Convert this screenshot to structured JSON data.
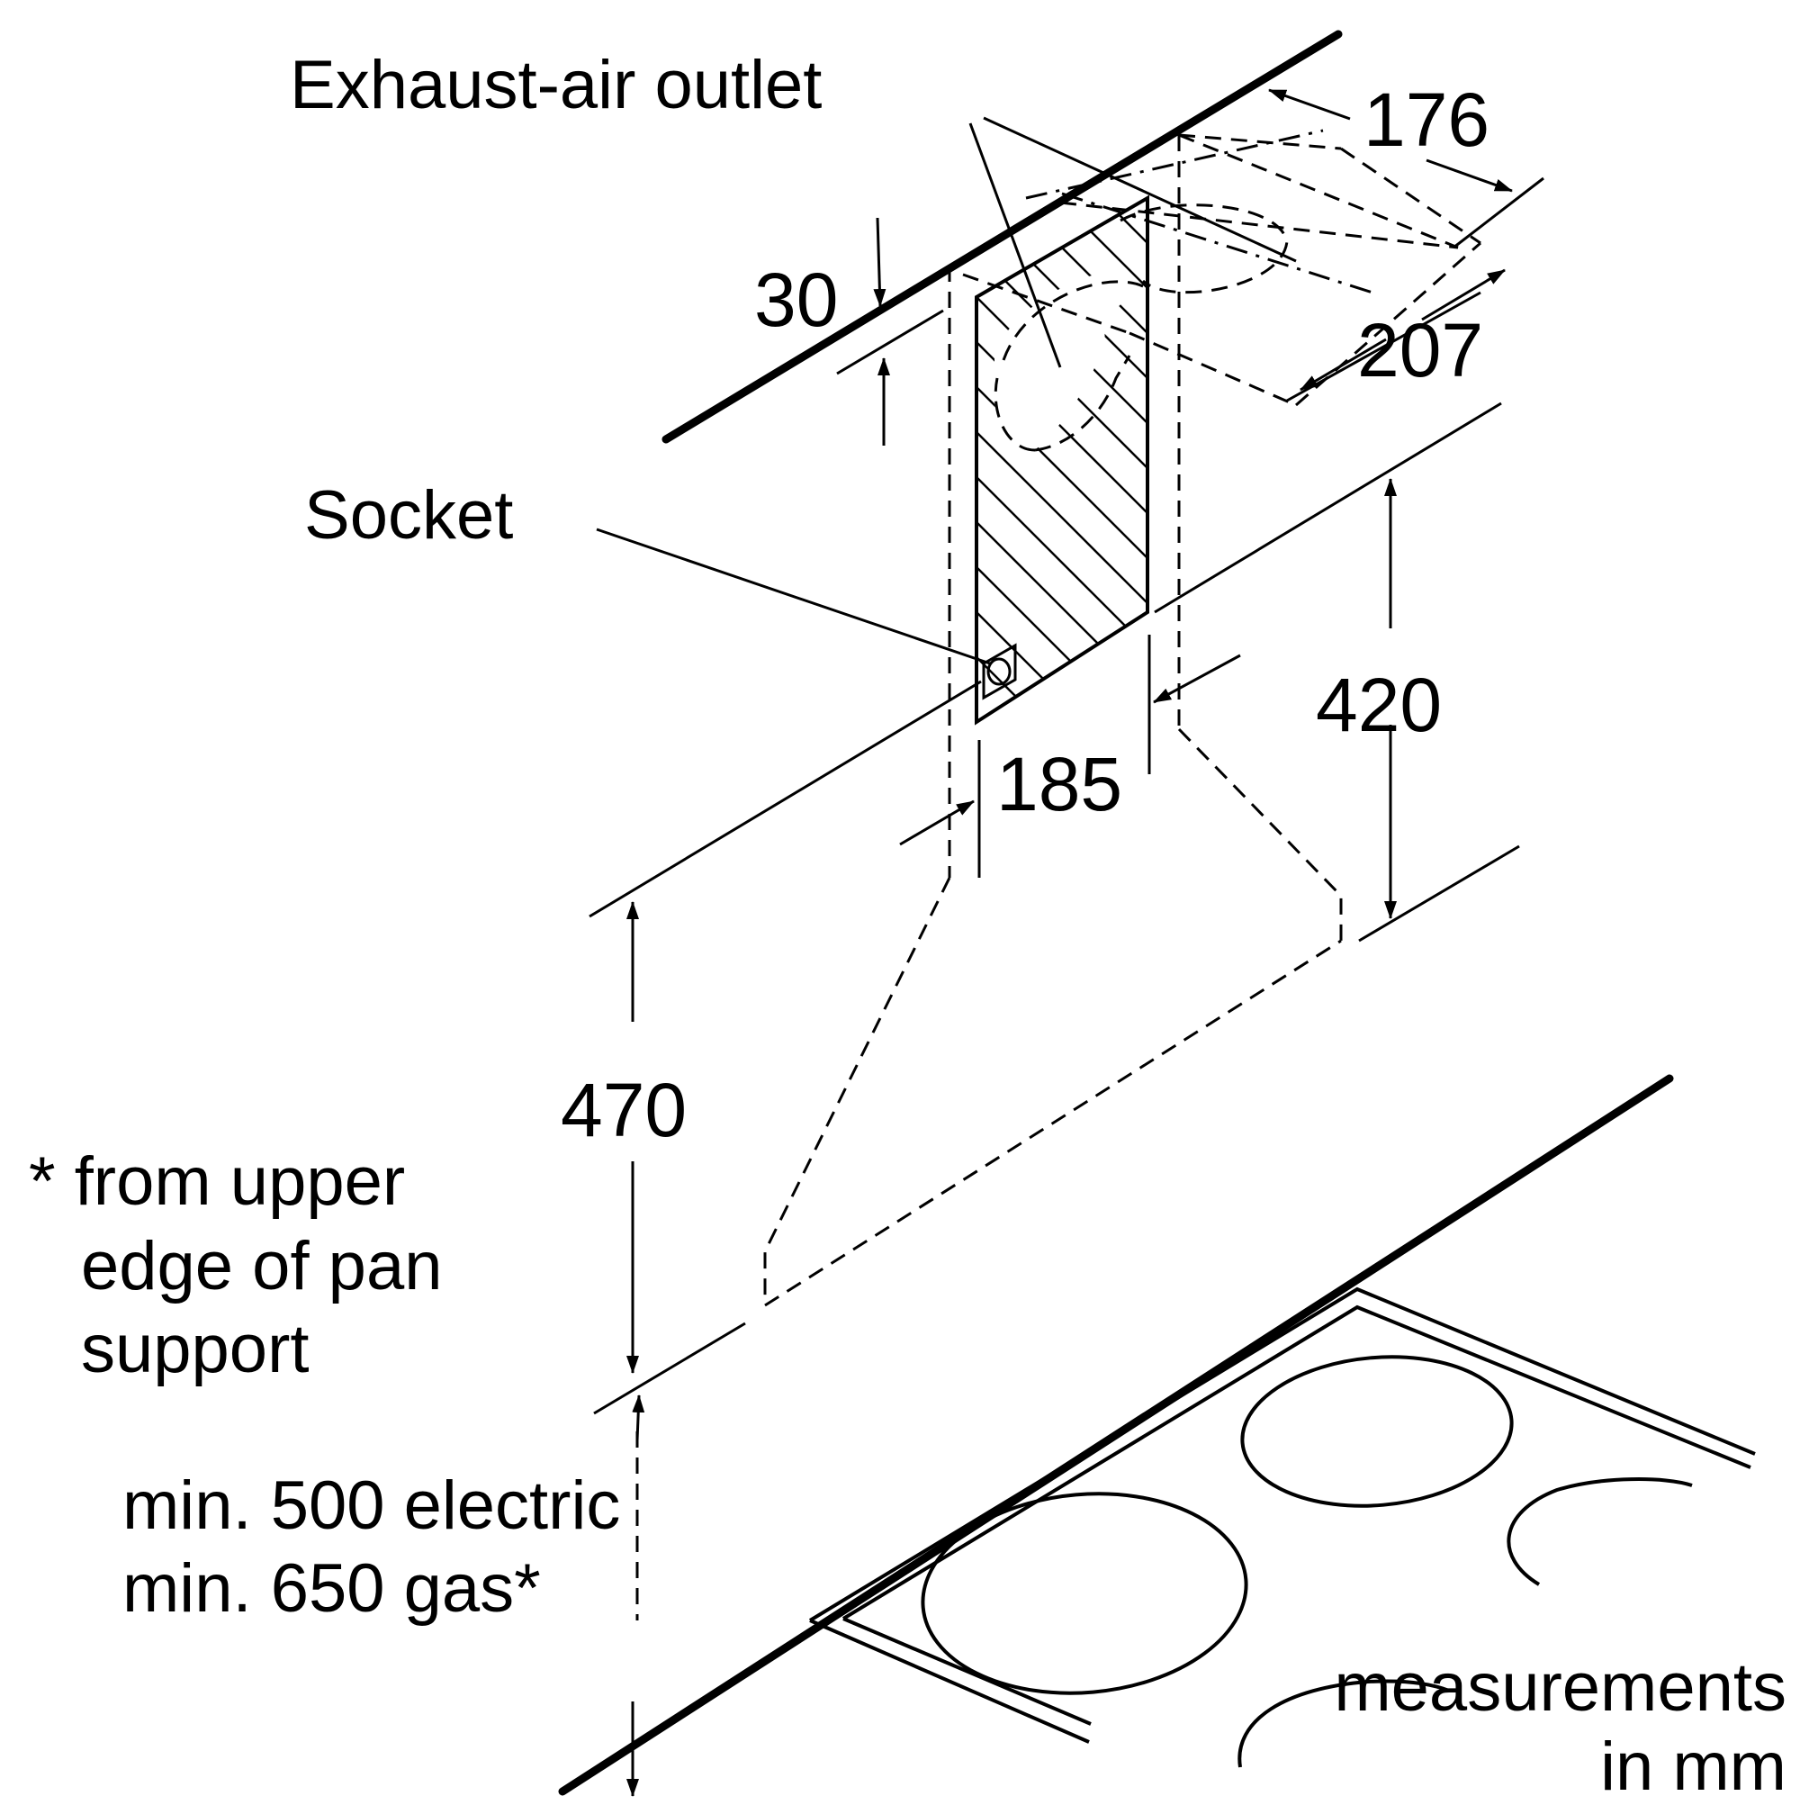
{
  "labels": {
    "exhaust_air_outlet": "Exhaust-air outlet",
    "socket": "Socket",
    "footnote_line1": "* from upper",
    "footnote_line2": "edge of pan",
    "footnote_line3": "support",
    "min_electric": "min. 500 electric",
    "min_gas": "min. 650 gas*",
    "units_line1": "measurements",
    "units_line2": "in mm"
  },
  "dimensions": {
    "d176": "176",
    "d30": "30",
    "d207": "207",
    "d420": "420",
    "d185": "185",
    "d470": "470"
  }
}
